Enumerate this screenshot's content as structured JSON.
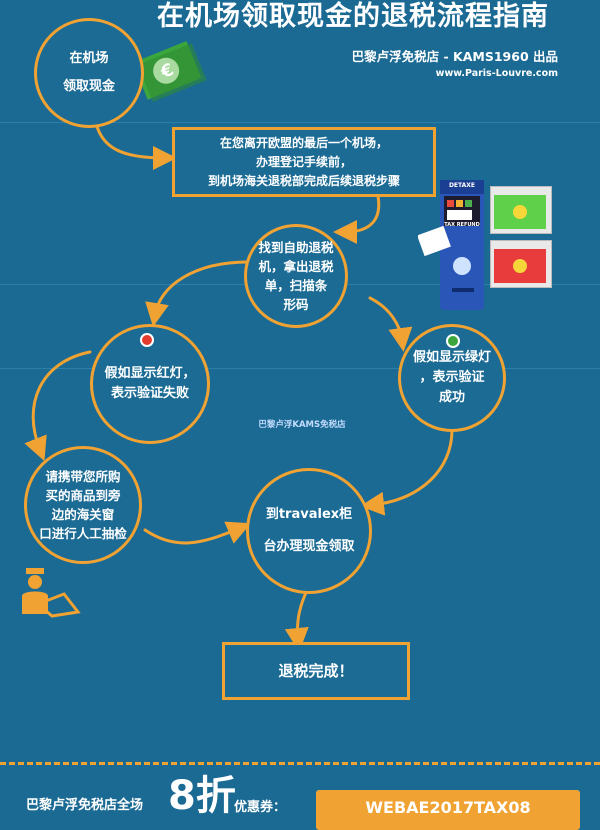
{
  "header": {
    "title": "在机场领取现金的退税流程指南",
    "subtitle": "巴黎卢浮免税店 - KAMS1960 出品",
    "url": "www.Paris-Louvre.com"
  },
  "steps": {
    "airport_cash": [
      "在机场",
      "领取现金"
    ],
    "before_leave": [
      "在您离开欧盟的最后一个机场，",
      "办理登记手续前，",
      "到机场海关退税部完成后续退税步骤"
    ],
    "kiosk": [
      "找到自助退税",
      "机，拿出退税",
      "单，扫描条",
      "形码"
    ],
    "red_light": [
      "假如显示红灯，",
      "表示验证失败"
    ],
    "green_light": [
      "假如显示绿灯",
      "，表示验证",
      "成功"
    ],
    "manual_check": [
      "请携带您所购",
      "买的商品到旁",
      "边的海关窗",
      "口进行人工抽检"
    ],
    "travelex": [
      "到travalex柜",
      "台办理现金领取"
    ],
    "done": "退税完成！"
  },
  "watermark": "巴黎卢浮KAMS免税店",
  "kiosk_labels": {
    "brand": "DETAXE",
    "screen": "TAX REFUND"
  },
  "coupon": {
    "prefix": "巴黎卢浮免税店全场",
    "discount": "8折",
    "suffix": "优惠券：",
    "code": "WEBAE2017TAX08"
  },
  "colors": {
    "background": "#1a6a94",
    "accent": "#f0a232",
    "red_light": "#e33b2e",
    "green_light": "#3aa63b"
  },
  "icons": [
    "euro-banknote-icon",
    "tax-refund-kiosk-icon",
    "green-check-screen-icon",
    "red-cross-screen-icon",
    "customs-officer-icon"
  ]
}
